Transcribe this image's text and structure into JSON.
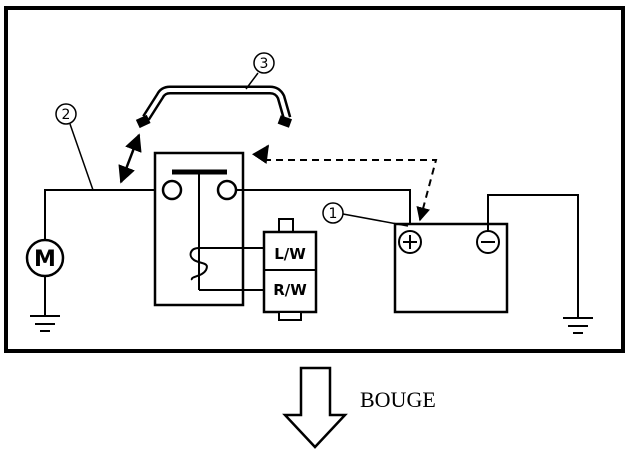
{
  "diagram": {
    "motor_label": "M",
    "callouts": [
      "1",
      "2",
      "3"
    ],
    "connector_pins": [
      "L/W",
      "R/W"
    ],
    "battery_positive": "⊕",
    "battery_negative": "⊖",
    "caption": "BOUGE"
  },
  "colors": {
    "ink": "#000000",
    "background": "#ffffff"
  }
}
